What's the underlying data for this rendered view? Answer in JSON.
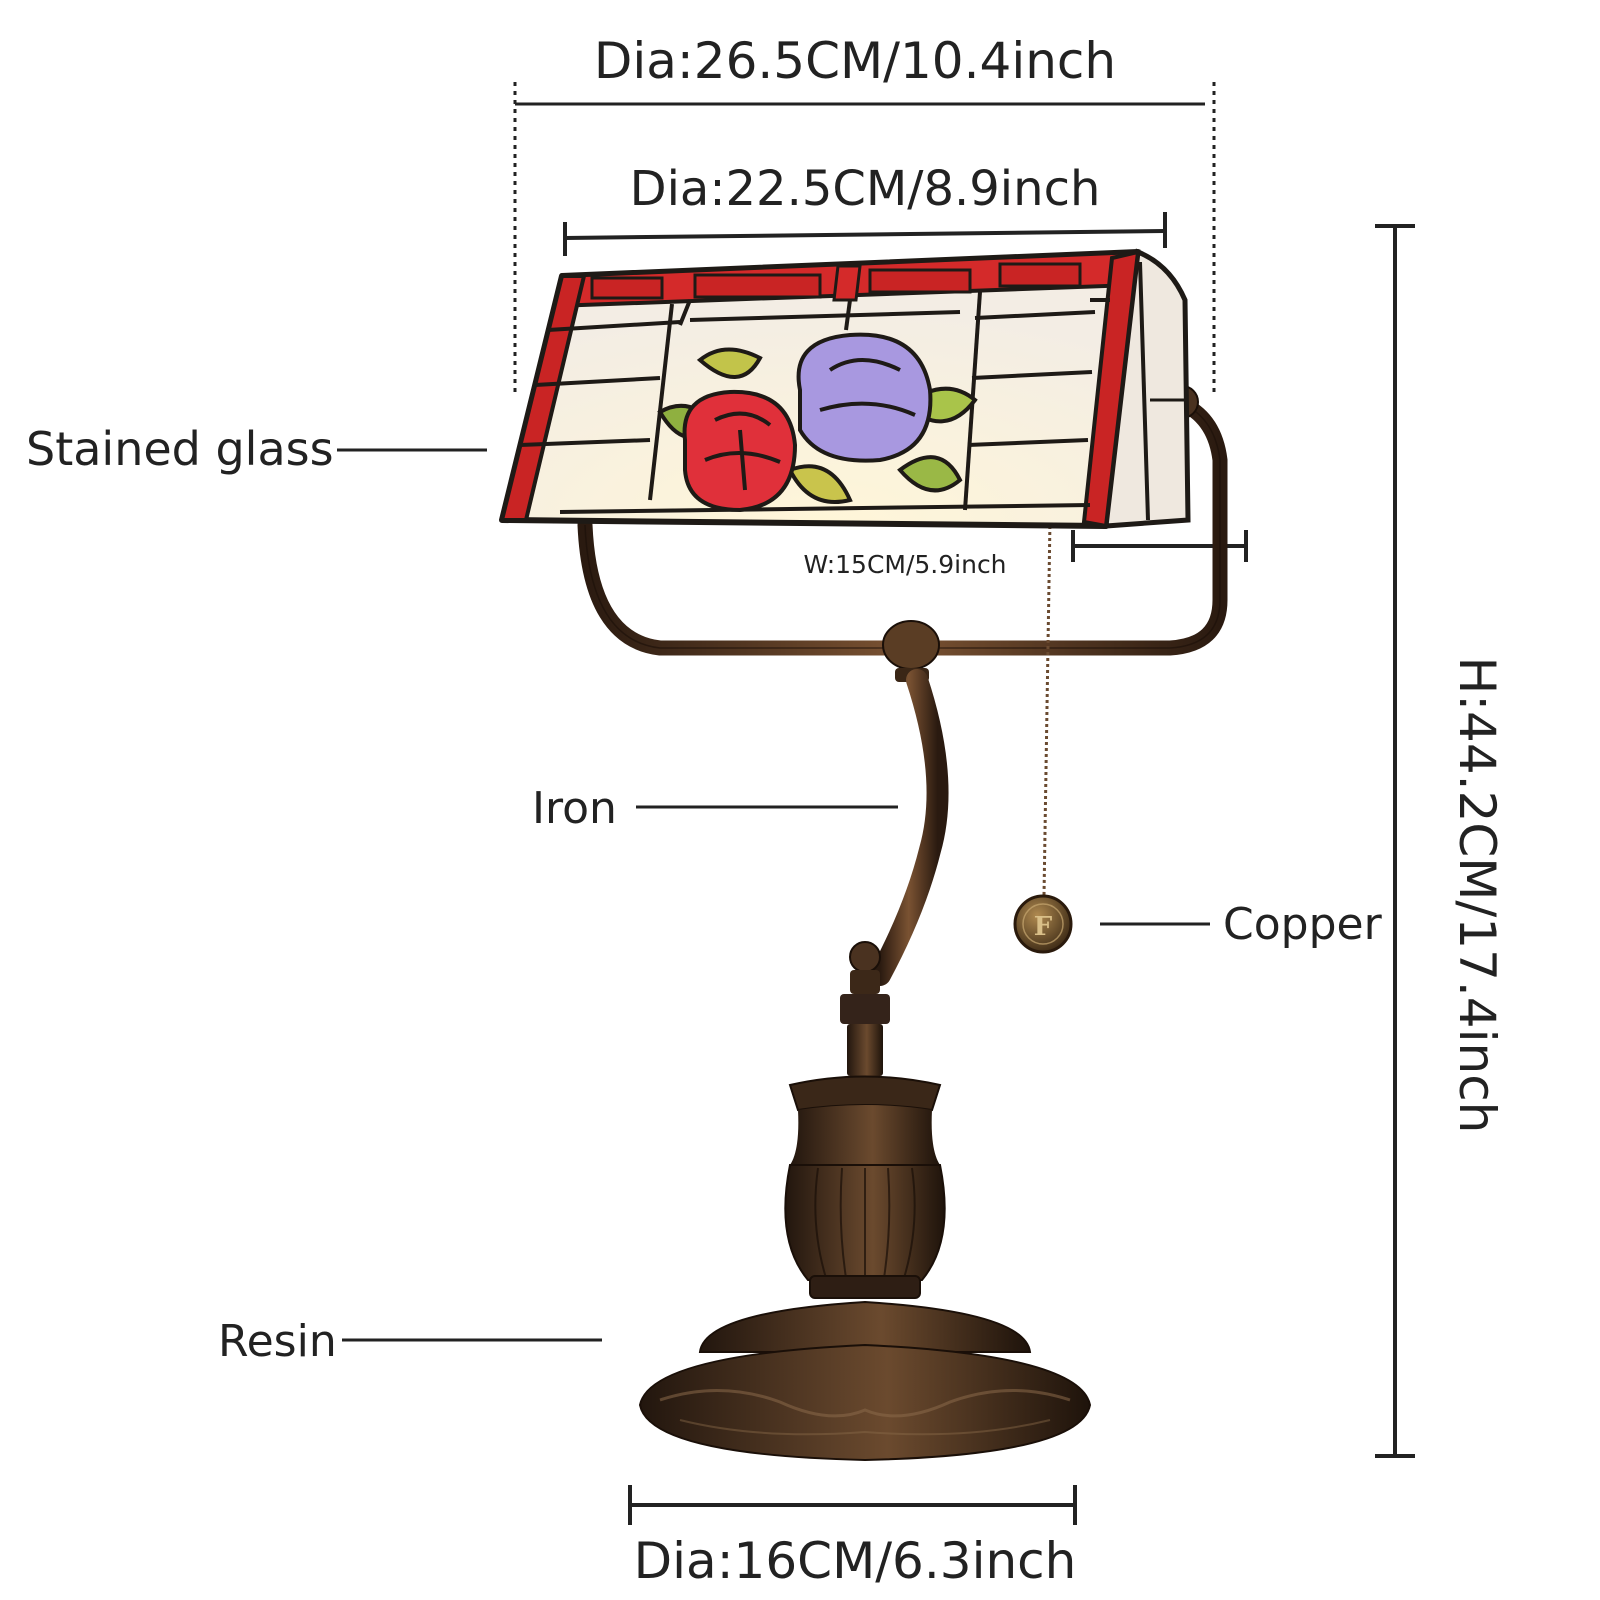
{
  "dimensions": {
    "outer_shade_diameter": "Dia:26.5CM/10.4inch",
    "inner_shade_diameter": "Dia:22.5CM/8.9inch",
    "shade_width": "W:15CM/5.9inch",
    "height": "H:44.2CM/17.4inch",
    "base_diameter": "Dia:16CM/6.3inch"
  },
  "materials": {
    "shade": "Stained glass",
    "arm": "Iron",
    "pull_chain": "Copper",
    "base": "Resin"
  },
  "pull_chain_emblem": "F",
  "colors": {
    "glass_red": "#d42a2a",
    "glass_white": "#f4f1ec",
    "rose_red": "#e0303a",
    "rose_purple": "#a898e0",
    "leaf_green": "#a9c44a",
    "bronze": "#3e2a1c",
    "bronze_light": "#7a5232"
  }
}
